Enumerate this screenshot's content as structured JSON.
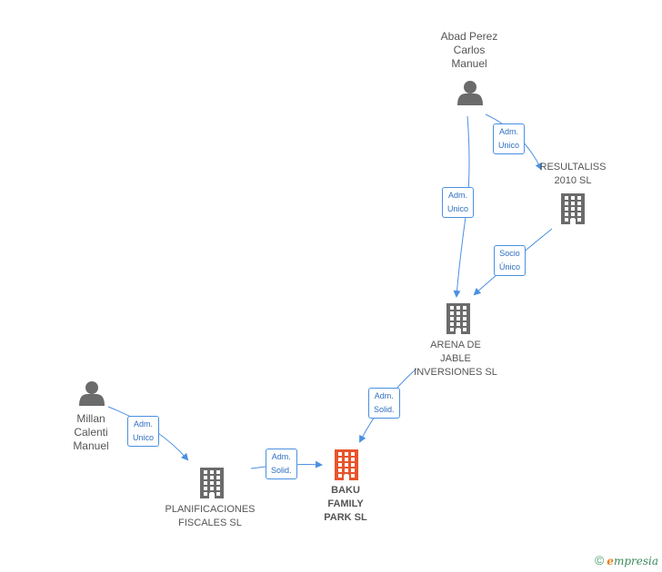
{
  "colors": {
    "edge": "#4a90e2",
    "node_gray": "#6b6b6b",
    "node_main": "#e8542b"
  },
  "nodes": {
    "abad": {
      "type": "person",
      "label_lines": [
        "Abad Perez",
        "Carlos",
        "Manuel"
      ]
    },
    "resultaliss": {
      "type": "company",
      "label_lines": [
        "RESULTALISS",
        "2010 SL"
      ]
    },
    "arena": {
      "type": "company",
      "label_lines": [
        "ARENA DE",
        "JABLE",
        "INVERSIONES SL"
      ]
    },
    "millan": {
      "type": "person",
      "label_lines": [
        "Millan",
        "Calenti",
        "Manuel"
      ]
    },
    "planificaciones": {
      "type": "company",
      "label_lines": [
        "PLANIFICACIONES",
        "FISCALES SL"
      ]
    },
    "baku": {
      "type": "company",
      "main": true,
      "label_lines": [
        "BAKU",
        "FAMILY",
        "PARK SL"
      ]
    }
  },
  "edges": {
    "abad_resultaliss": {
      "from": "abad",
      "to": "resultaliss",
      "label_lines": [
        "Adm.",
        "Unico"
      ]
    },
    "abad_arena": {
      "from": "abad",
      "to": "arena",
      "label_lines": [
        "Adm.",
        "Unico"
      ]
    },
    "resultaliss_arena": {
      "from": "resultaliss",
      "to": "arena",
      "label_lines": [
        "Socio",
        "Único"
      ]
    },
    "arena_baku": {
      "from": "arena",
      "to": "baku",
      "label_lines": [
        "Adm.",
        "Solid."
      ]
    },
    "millan_planificaciones": {
      "from": "millan",
      "to": "planificaciones",
      "label_lines": [
        "Adm.",
        "Unico"
      ]
    },
    "planificaciones_baku": {
      "from": "planificaciones",
      "to": "baku",
      "label_lines": [
        "Adm.",
        "Solid."
      ]
    }
  },
  "brand": {
    "copyright": "©",
    "e": "e",
    "rest": "mpresia"
  }
}
